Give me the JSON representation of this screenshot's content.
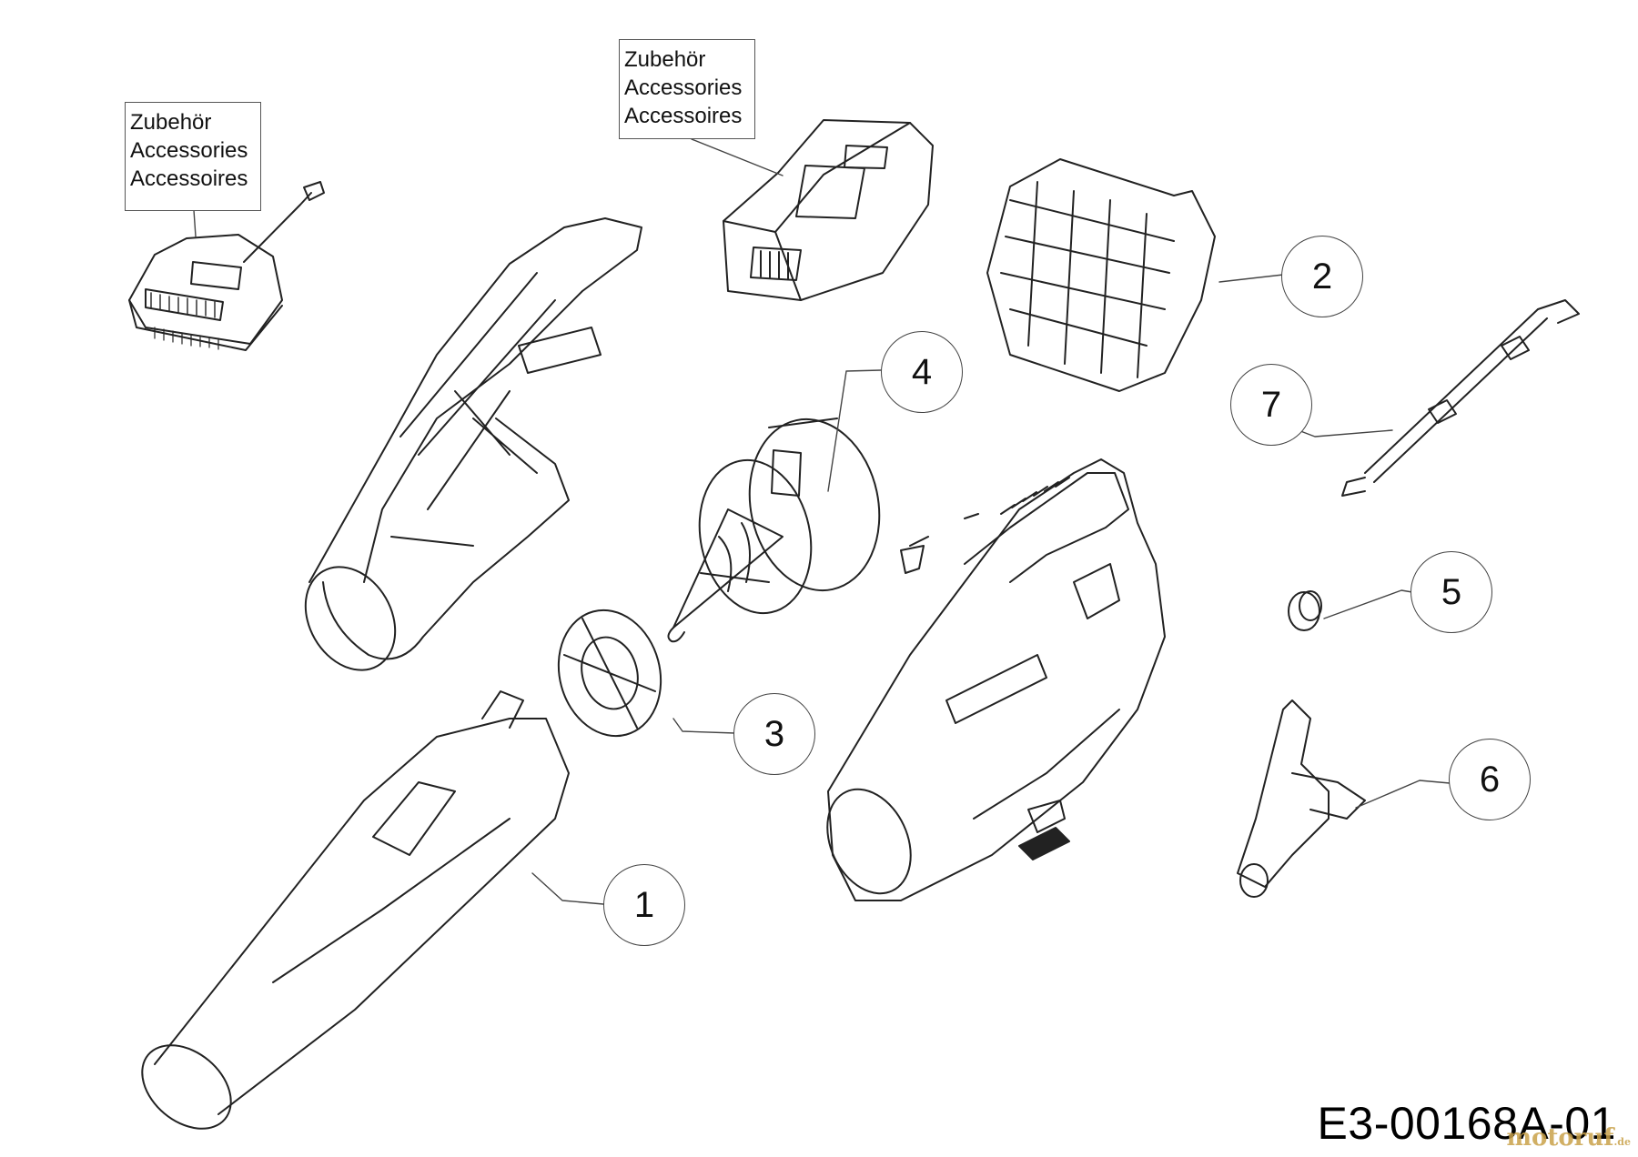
{
  "accessory_labels": [
    {
      "lines": [
        "Zubehör",
        "Accessories",
        "Accessoires"
      ]
    },
    {
      "lines": [
        "Zubehör",
        "Accessories",
        "Accessoires"
      ]
    }
  ],
  "callouts": [
    "1",
    "2",
    "3",
    "4",
    "5",
    "6",
    "7"
  ],
  "drawing_code": "E3-00168A-01",
  "watermark": {
    "text": "motoruf",
    "suffix": ".de"
  },
  "colors": {
    "line": "#222222",
    "watermark": "#c9a24a"
  }
}
